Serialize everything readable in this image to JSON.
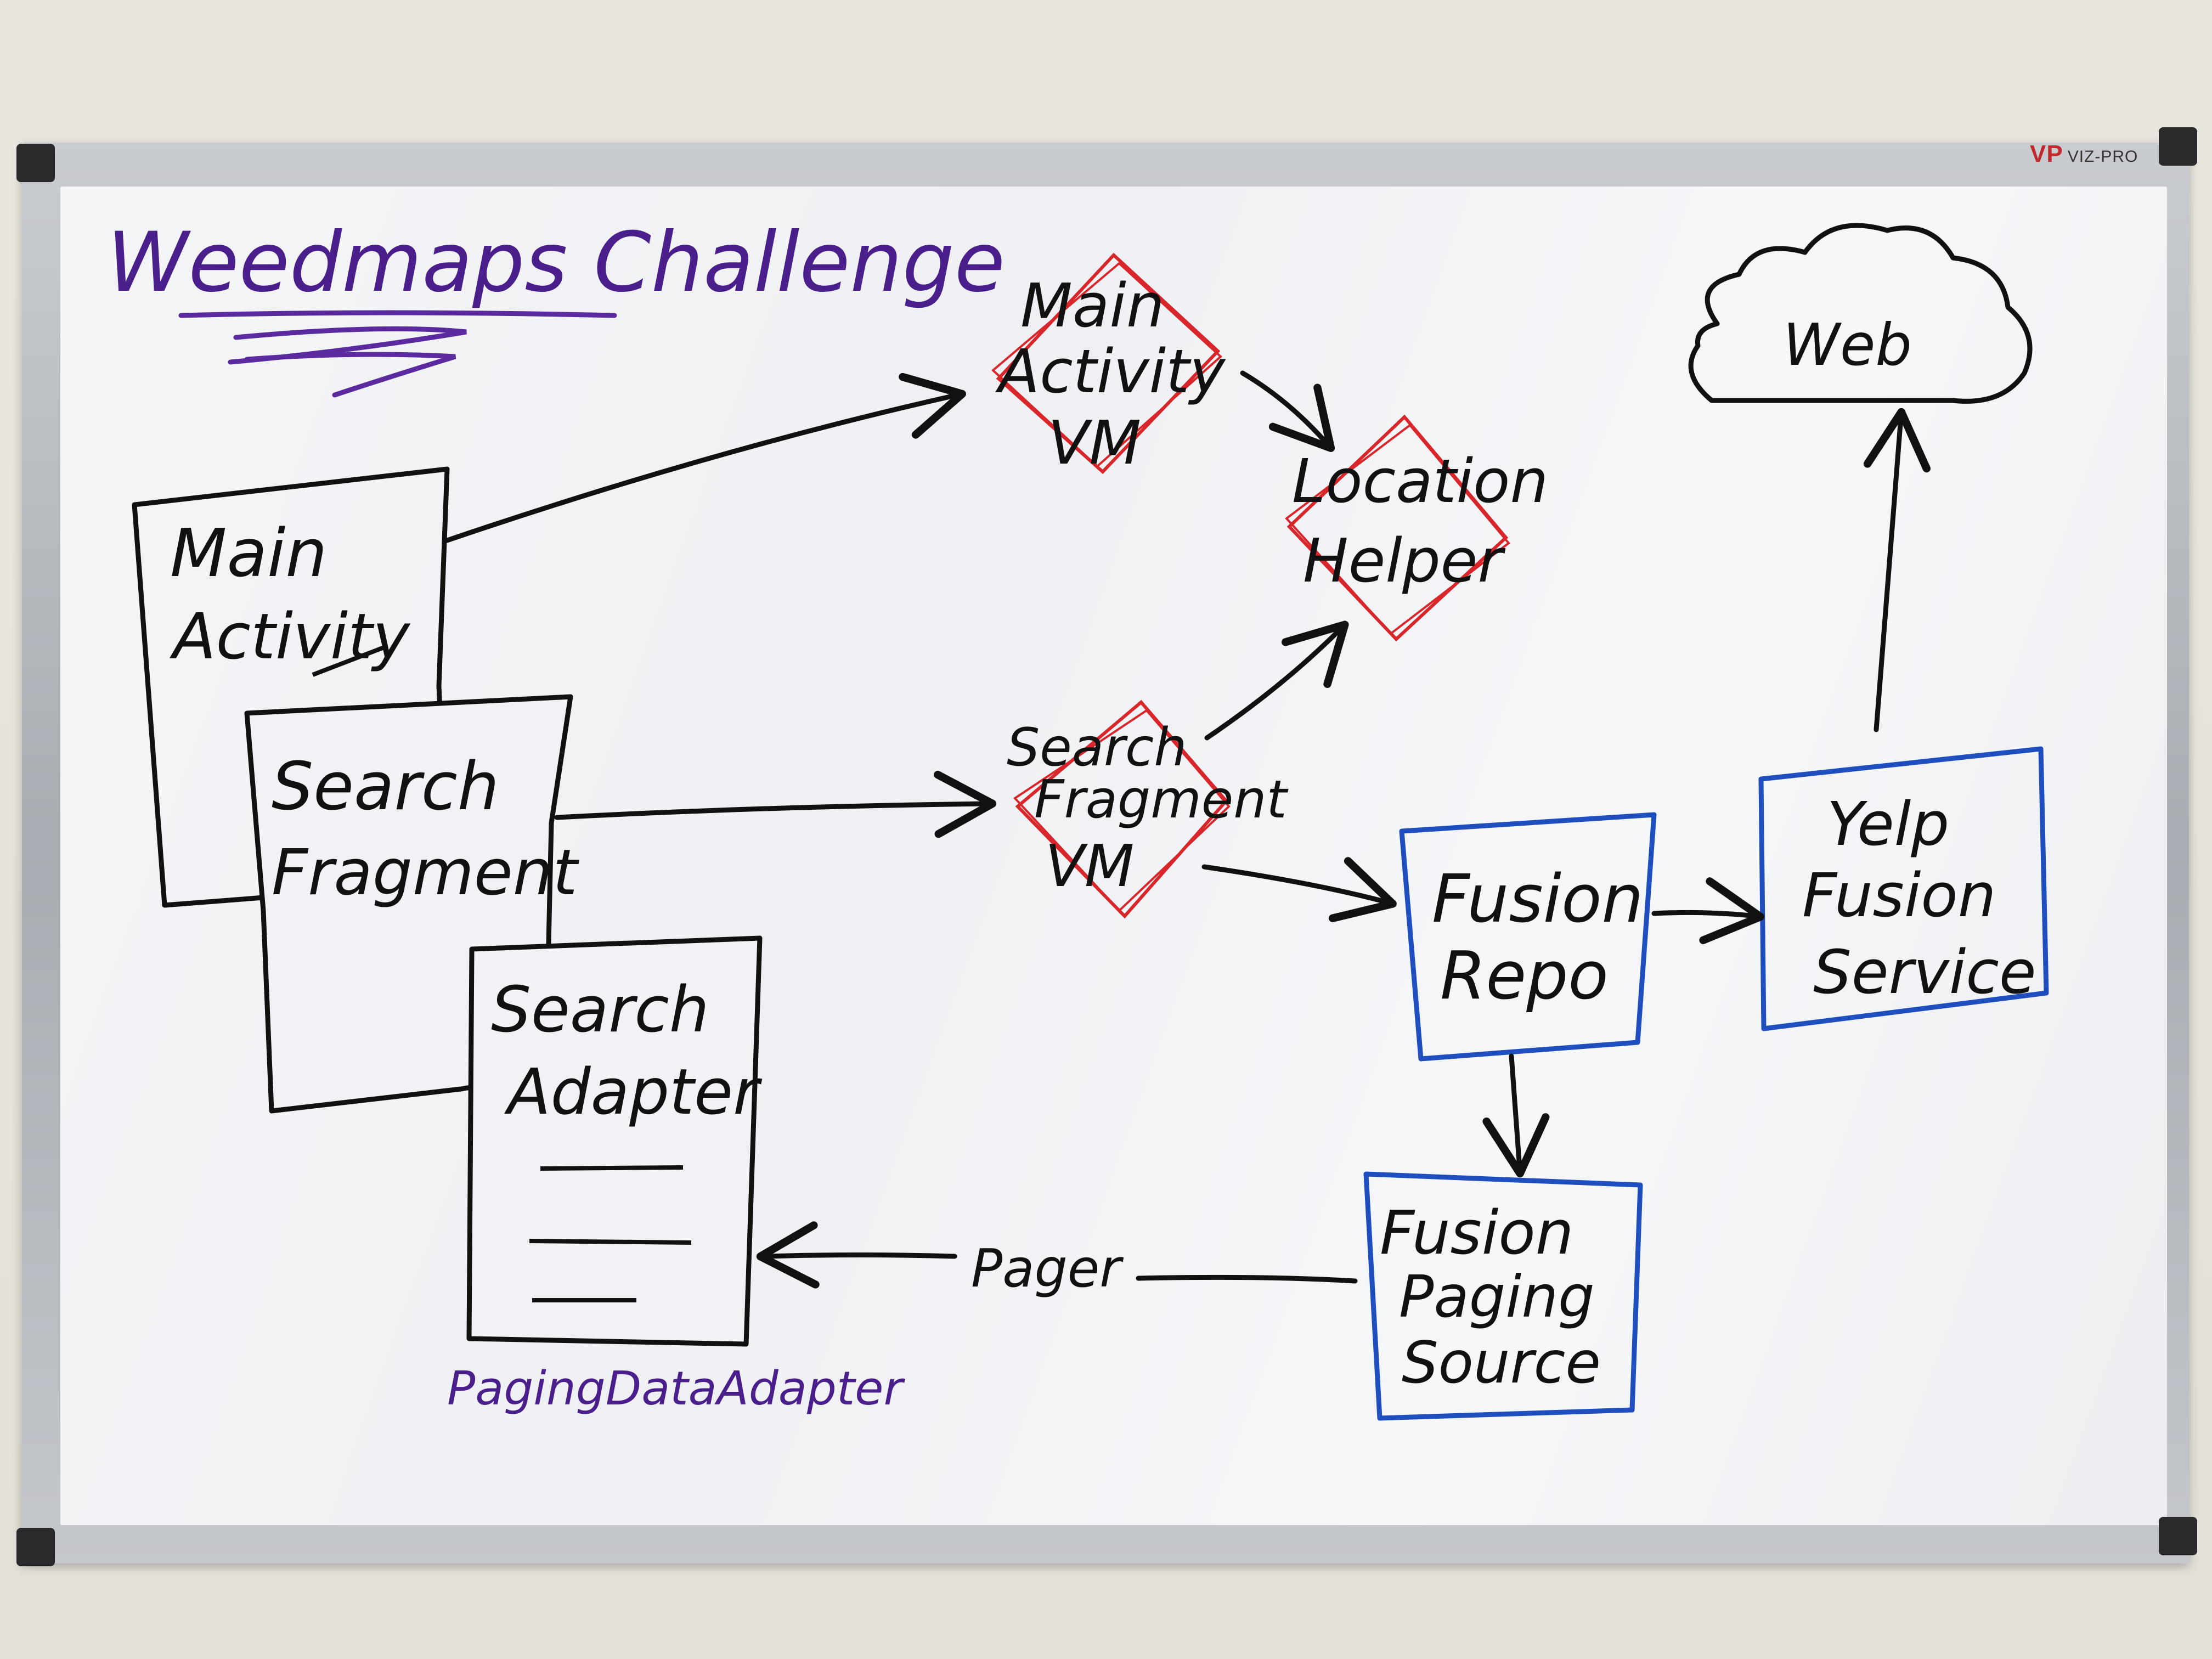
{
  "board": {
    "brand_logo": "VP",
    "brand_name": "VIZ-PRO"
  },
  "title": "Weedmaps Challenge",
  "nodes": {
    "main_activity": [
      "Main",
      "Activity"
    ],
    "search_fragment": [
      "Search",
      "Fragment"
    ],
    "search_adapter": [
      "Search",
      "Adapter"
    ],
    "adapter_note": "PagingDataAdapter",
    "main_activity_vm": [
      "Main",
      "Activity",
      "VM"
    ],
    "location_helper": [
      "Location",
      "Helper"
    ],
    "search_fragment_vm": [
      "Search",
      "Fragment",
      "VM"
    ],
    "fusion_repo": [
      "Fusion",
      "Repo"
    ],
    "yelp_fusion_service": [
      "Yelp",
      "Fusion",
      "Service"
    ],
    "web": "Web",
    "fusion_paging_source": [
      "Fusion",
      "Paging",
      "Source"
    ]
  },
  "edges": {
    "pager_label": "Pager"
  },
  "colors": {
    "black_marker": "#111111",
    "red_marker": "#d8262b",
    "blue_marker": "#1f4fbf",
    "purple_marker": "#4a1f8c"
  }
}
